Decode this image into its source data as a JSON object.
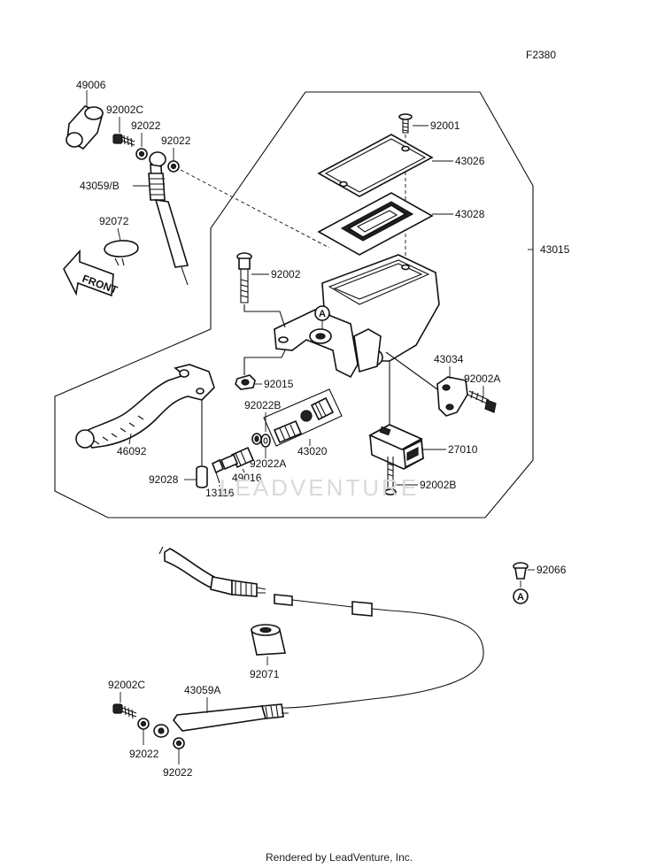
{
  "figure_code": "F2380",
  "watermark": "LEADVENTURE",
  "footer": "Rendered by LeadVenture, Inc.",
  "front_label": "FRONT",
  "ref_mark": "A",
  "labels": {
    "p49006": "49006",
    "p92002c_top": "92002C",
    "p92022_top1": "92022",
    "p92022_top2": "92022",
    "p43059b": "43059/B",
    "p92072": "92072",
    "p92001": "92001",
    "p43026": "43026",
    "p43028": "43028",
    "p43015": "43015",
    "p92002": "92002",
    "p43034": "43034",
    "p92002a": "92002A",
    "p92015": "92015",
    "p92022b": "92022B",
    "p43020": "43020",
    "p46092": "46092",
    "p92022a": "92022A",
    "p49016": "49016",
    "p92028": "92028",
    "p13116": "13116",
    "p27010": "27010",
    "p92002b": "92002B",
    "p92066": "92066",
    "p92071": "92071",
    "p92002c_bot": "92002C",
    "p43059a": "43059A",
    "p92022_bot1": "92022",
    "p92022_bot2": "92022"
  }
}
